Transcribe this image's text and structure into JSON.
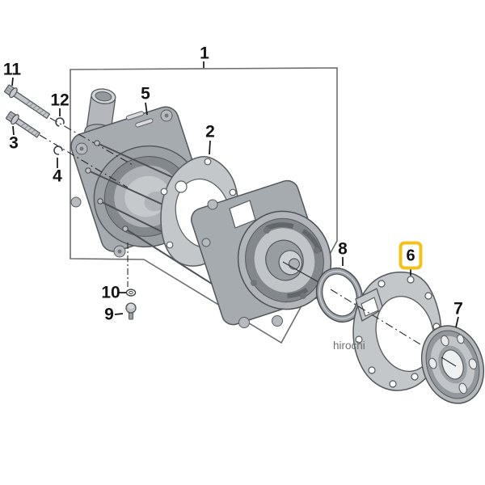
{
  "diagram": {
    "watermark": "hirochi",
    "callouts": [
      "1",
      "2",
      "3",
      "4",
      "5",
      "6",
      "7",
      "8",
      "9",
      "10",
      "11",
      "12"
    ],
    "highlighted_callout": "6",
    "colors": {
      "background": "#ffffff",
      "highlight_border": "#f2c21b",
      "callout_text": "#141414",
      "part_fill": "#aaaeb3",
      "gasket_fill": "#c3c7ca",
      "part_stroke": "#4f5458",
      "leader_line": "#1c1c1c",
      "boundary_box": "#6b6e71",
      "watermark_text": "#6f6f6f"
    }
  }
}
